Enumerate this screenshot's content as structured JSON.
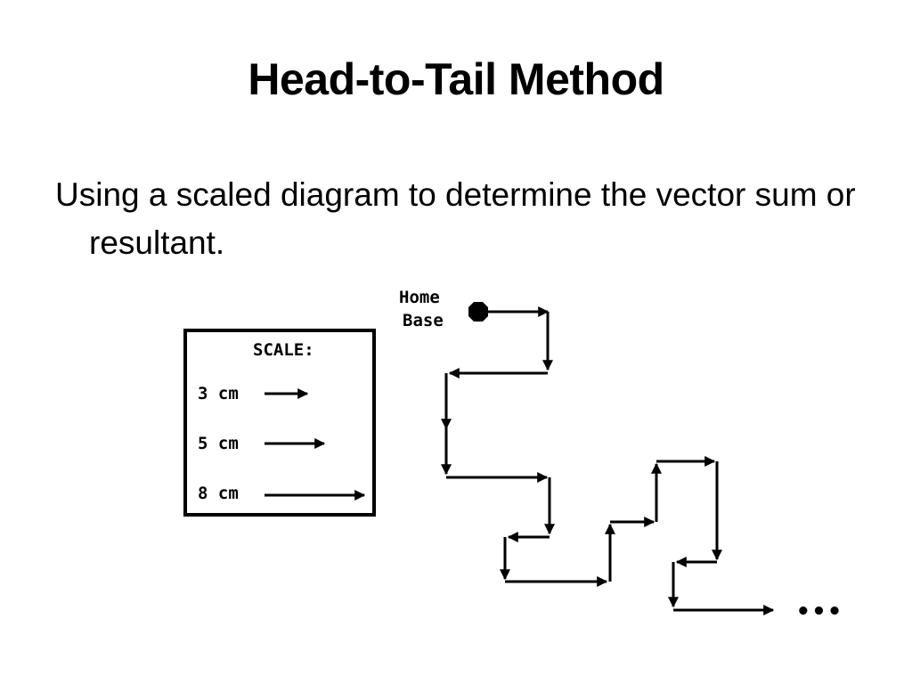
{
  "slide": {
    "title": "Head-to-Tail Method",
    "bullet": "Using a scaled diagram to determine the vector sum or resultant."
  },
  "diagram": {
    "start_label_line1": "Home",
    "start_label_line2": "Base",
    "scale": {
      "heading": "SCALE:",
      "entries": [
        {
          "label": "3 cm",
          "length_cm": 3
        },
        {
          "label": "5 cm",
          "length_cm": 5
        },
        {
          "label": "8 cm",
          "length_cm": 8
        }
      ]
    },
    "continuation": "•••",
    "colors": {
      "ink": "#000000",
      "background": "#ffffff"
    }
  }
}
